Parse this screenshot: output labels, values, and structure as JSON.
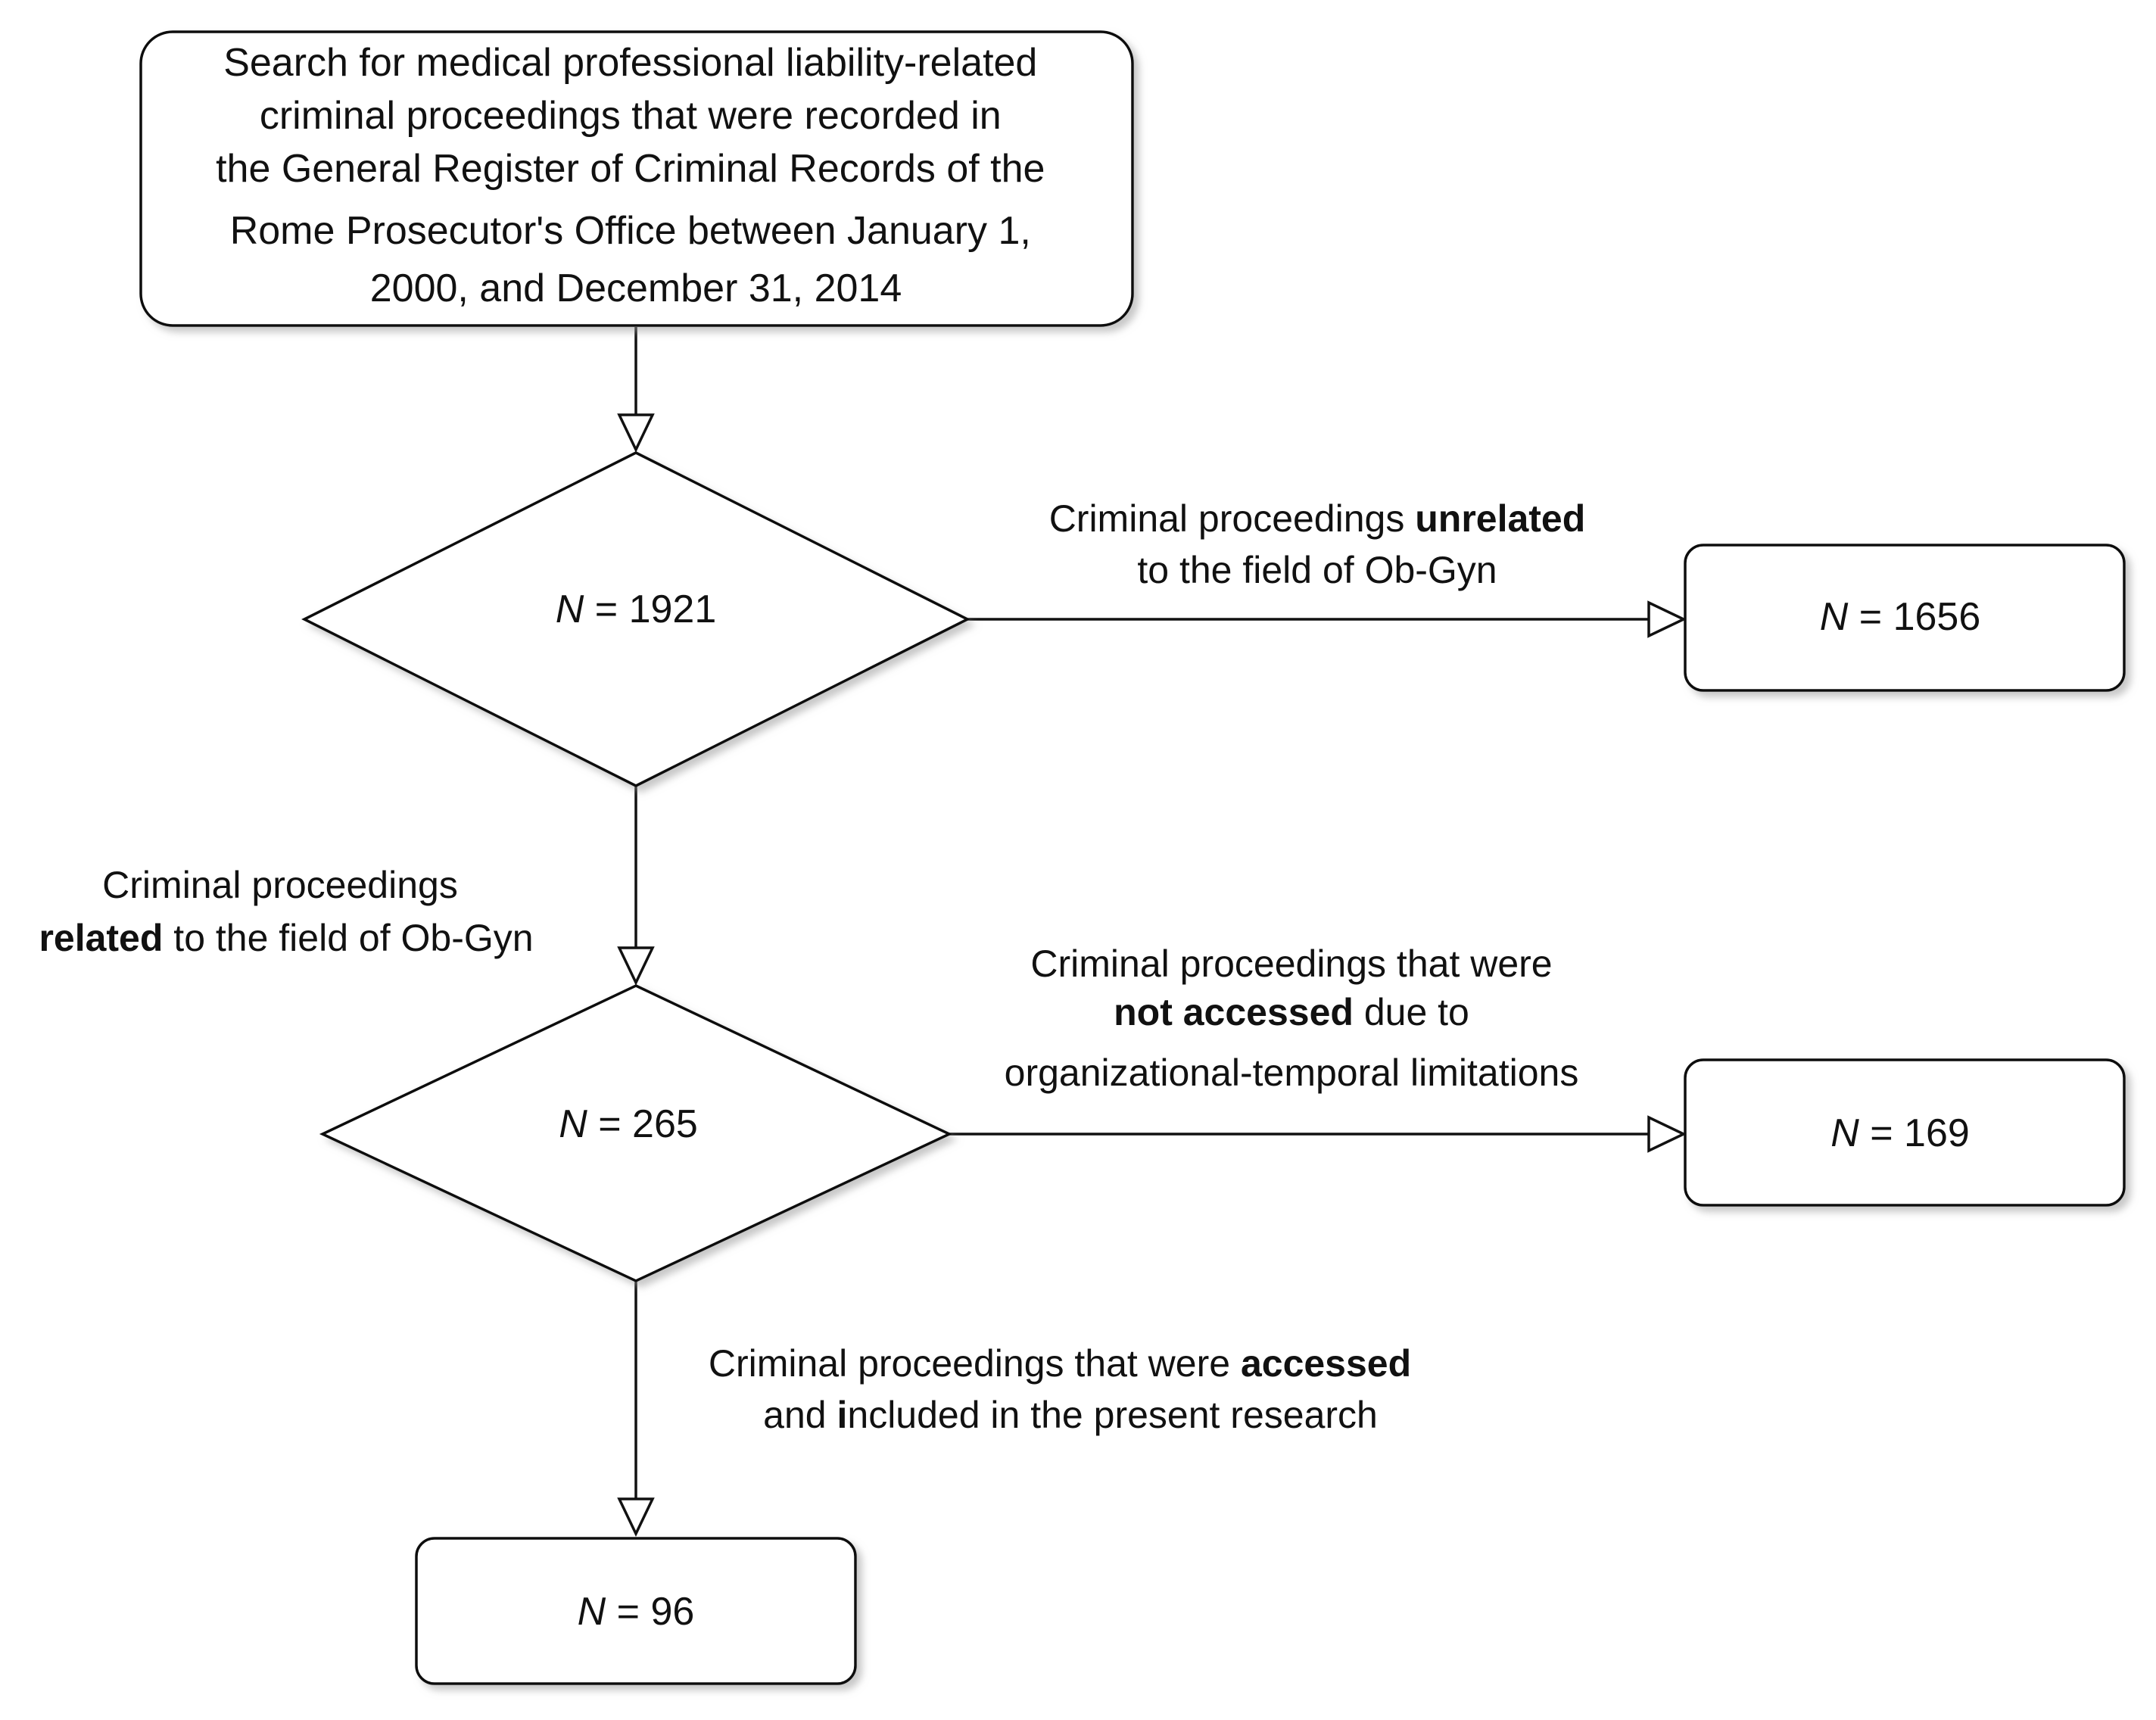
{
  "nodes": {
    "start": {
      "lines": [
        "Search for medical professional liability-related",
        "criminal proceedings that were recorded in",
        "the General Register of Criminal Records of the",
        "Rome Prosecutor's Office between January 1,",
        "2000, and December 31, 2014"
      ]
    },
    "decision_1": {
      "var": "N",
      "eq": " = ",
      "value": "1921"
    },
    "excluded_1": {
      "var": "N",
      "eq": " = ",
      "value": "1656"
    },
    "decision_2": {
      "var": "N",
      "eq": " = ",
      "value": "265"
    },
    "excluded_2": {
      "var": "N",
      "eq": " = ",
      "value": "169"
    },
    "final": {
      "var": "N",
      "eq": " = ",
      "value": "96"
    }
  },
  "edges": {
    "unrelated": {
      "line1_pre": "Criminal proceedings ",
      "line1_bold": "unrelated",
      "line2": "to the field of Ob-Gyn"
    },
    "related": {
      "line1": "Criminal proceedings",
      "line2_bold": "related",
      "line2_post": " to the field of Ob-Gyn"
    },
    "not_accessed": {
      "line1": "Criminal proceedings that were",
      "line2_bold": "not accessed",
      "line2_post": " due to",
      "line3": "organizational-temporal limitations"
    },
    "accessed": {
      "line1_pre": "Criminal proceedings that were ",
      "line1_bold": "accessed",
      "line2_pre": "and ",
      "line2_bold": "i",
      "line2_post": "ncluded in the present research"
    }
  },
  "colors": {
    "stroke": "#111111",
    "fill": "#ffffff",
    "shadow": "#b8b8b8"
  }
}
